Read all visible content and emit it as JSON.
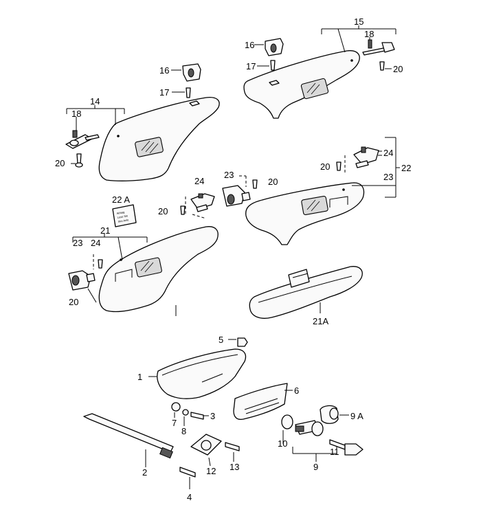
{
  "labels": {
    "l1": "1",
    "l2": "2",
    "l3": "3",
    "l4": "4",
    "l5": "5",
    "l6": "6",
    "l7": "7",
    "l8": "8",
    "l9": "9",
    "l9a": "9 A",
    "l10": "10",
    "l11": "11",
    "l12": "12",
    "l13": "13",
    "l14": "14",
    "l15": "15",
    "l16a": "16",
    "l16b": "16",
    "l17a": "17",
    "l17b": "17",
    "l18a": "18",
    "l18b": "18",
    "l20a": "20",
    "l20b": "20",
    "l20c": "20",
    "l20d": "20",
    "l20e": "20",
    "l20f": "20",
    "l21": "21",
    "l21a": "21A",
    "l22": "22",
    "l22a": "22 A",
    "l23a": "23",
    "l23b": "23",
    "l23c": "23",
    "l24a": "24",
    "l24b": "24",
    "l24c": "24"
  },
  "sticker_text": [
    "Airbag",
    "Lese Sie",
    "Ihre Anle"
  ],
  "colors": {
    "line": "#000000",
    "fill": "#fafafa",
    "mirror": "#d9d9d9"
  }
}
